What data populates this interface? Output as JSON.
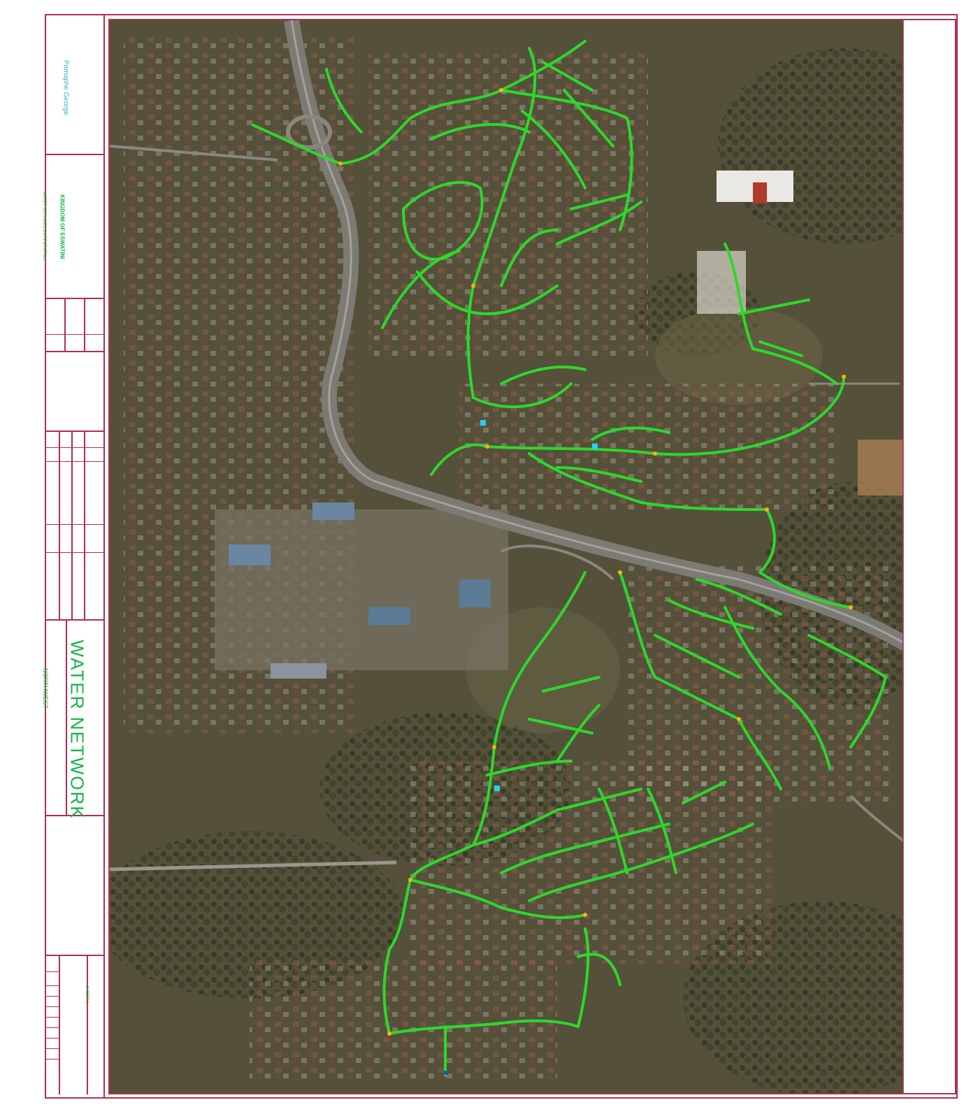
{
  "titleblock": {
    "drawing_title": "WATER NETWORK",
    "area_name": "NORTHWEST",
    "organisation_title": "KINGDOM OF ESWATINI",
    "organisation_subtitle": "WATER SERVICES CORPORATION",
    "client_name": "Pamaphe George",
    "sheet_ref": "SHEET 1"
  },
  "map": {
    "layer_water_main_color": "#2bd92b",
    "layer_valve_color": "#ffb300",
    "layer_node_color": "#22d3ee",
    "road_color": "#8a877e",
    "terrain_color": "#4f4a36",
    "vegetation_color": "#2f3a22"
  }
}
